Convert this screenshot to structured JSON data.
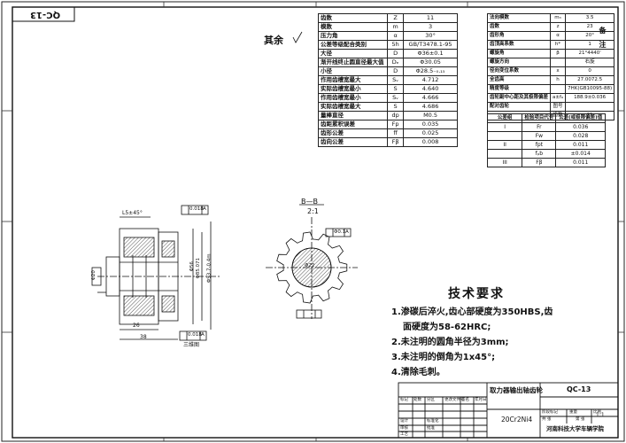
{
  "drawing_code": "QC-13",
  "surface_finish": "其余",
  "left_table": {
    "rows": [
      {
        "name": "齿数",
        "sym": "Z",
        "val": "11"
      },
      {
        "name": "模数",
        "sym": "m",
        "val": "3"
      },
      {
        "name": "压力角",
        "sym": "α",
        "val": "30°"
      },
      {
        "name": "公差等级配合类别",
        "sym": "5h",
        "val": "GB/T3478.1-95"
      },
      {
        "name": "大径",
        "sym": "D",
        "val": "Φ36±0.1"
      },
      {
        "name": "渐开线终止圆直径最大值",
        "sym": "Dₑ",
        "val": "Φ30.05"
      },
      {
        "name": "小径",
        "sym": "D",
        "val": "Φ28.5₋₀.₁₅"
      },
      {
        "name": "作用齿槽宽最大",
        "sym": "Sᵥ",
        "val": "4.712"
      },
      {
        "name": "实际齿槽宽最小",
        "sym": "S",
        "val": "4.640"
      },
      {
        "name": "作用齿槽宽最小",
        "sym": "Sᵥ",
        "val": "4.666"
      },
      {
        "name": "实际齿槽宽最大",
        "sym": "S",
        "val": "4.686"
      },
      {
        "name": "量棒直径",
        "sym": "dp",
        "val": "M0.5"
      },
      {
        "name": "齿距累积误差",
        "sym": "Fp",
        "val": "0.035"
      },
      {
        "name": "齿形公差",
        "sym": "ff",
        "val": "0.025"
      },
      {
        "name": "齿向公差",
        "sym": "Fβ",
        "val": "0.008"
      }
    ]
  },
  "right_table": {
    "remark_label": "备注",
    "rows": [
      {
        "name": "法向模数",
        "sym": "mₙ",
        "val": "3.5"
      },
      {
        "name": "齿数",
        "sym": "z",
        "val": "23"
      },
      {
        "name": "齿形角",
        "sym": "α",
        "val": "20°"
      },
      {
        "name": "齿顶高系数",
        "sym": "h*",
        "val": "1"
      },
      {
        "name": "螺旋角",
        "sym": "β",
        "val": "21°4440'"
      },
      {
        "name": "螺旋方向",
        "sym": "",
        "val": "右旋"
      },
      {
        "name": "径向变位系数",
        "sym": "x",
        "val": "0"
      },
      {
        "name": "全齿高",
        "sym": "h",
        "val": "27.0072.5"
      },
      {
        "name": "精度等级",
        "sym": "",
        "val": "7HK(GB10095-88)"
      },
      {
        "name": "齿轮副中心距及其极限偏差",
        "sym": "a±fₐ",
        "val": "188.9±0.036"
      },
      {
        "name": "配对齿轮",
        "sym": "图号",
        "val": ""
      },
      {
        "name": "",
        "sym": "齿数",
        "val": "21"
      }
    ],
    "tol_header": {
      "group": "公差组",
      "item": "检验项目代号",
      "val": "公差(或极限偏差)值"
    },
    "tol_rows": [
      {
        "group": "I",
        "sym": "Fr",
        "val": "0.036"
      },
      {
        "group": "",
        "sym": "Fw",
        "val": "0.028"
      },
      {
        "group": "II",
        "sym": "fpt",
        "val": "0.011"
      },
      {
        "group": "",
        "sym": "fₚb",
        "val": "±0.014"
      },
      {
        "group": "III",
        "sym": "Fβ",
        "val": "0.011"
      }
    ]
  },
  "section_label": "B—B",
  "section_scale": "2:1",
  "dims": {
    "d1": "L5±45°",
    "d2": "0.018",
    "d3": "A",
    "d4": "Φ56",
    "d5": "Φ85.071",
    "d6": "Φ93.7-0.4m",
    "d7": "26",
    "d8": "38",
    "d9": "三维图",
    "d10": "Φ20",
    "d11": "0.018",
    "d12": "A",
    "d13": "Φ0.1",
    "d14": "A",
    "d15": "Φ22"
  },
  "tech_req": {
    "title": "技术要求",
    "items": [
      "1.渗碳后淬火,齿心部硬度为350HBS,齿",
      "面硬度为58-62HRC;",
      "2.未注明的圆角半径为3mm;",
      "3.未注明的倒角为1x45°;",
      "4.清除毛刺。"
    ]
  },
  "title_block": {
    "part_name": "取力器输出轴齿轮",
    "material": "20Cr2Ni4",
    "code": "QC-13",
    "scale": "1:1",
    "school": "河南科技大学车辆学院",
    "labels": [
      "标记",
      "处数",
      "分区",
      "更改文件号",
      "签名",
      "年月日",
      "设计",
      "标准化",
      "审核",
      "工艺",
      "批准",
      "阶段标记",
      "重量",
      "比例",
      "共 张",
      "第 张"
    ]
  }
}
